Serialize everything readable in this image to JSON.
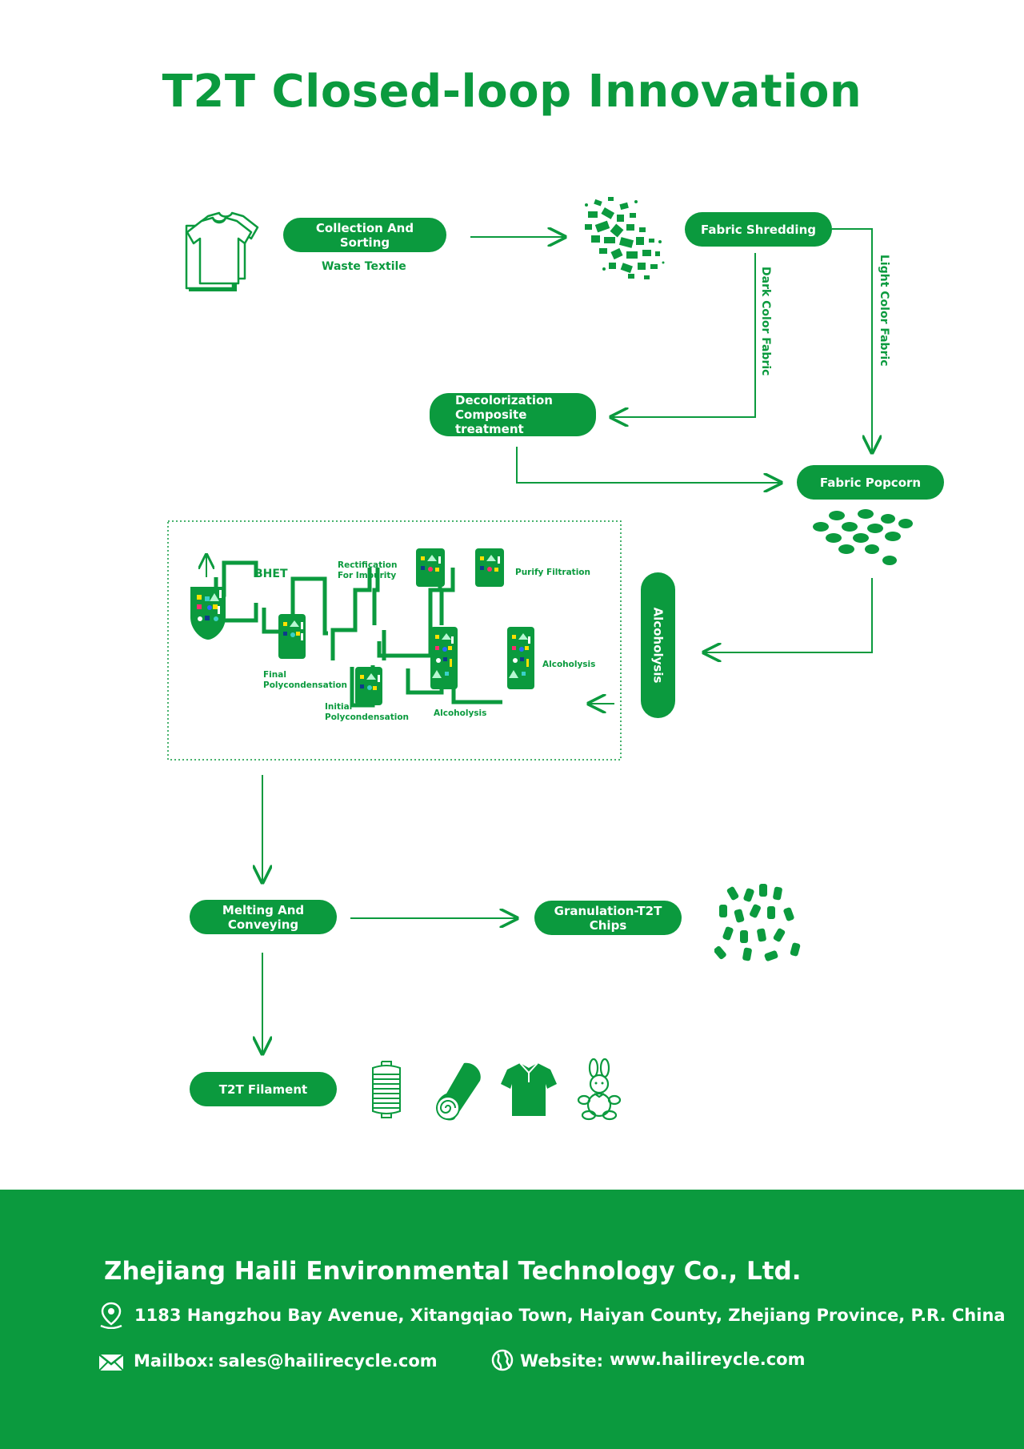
{
  "title": "T2T Closed-loop Innovation",
  "steps": {
    "collection": "Collection And Sorting",
    "waste_textile": "Waste Textile",
    "shredding": "Fabric Shredding",
    "dark_fabric": "Dark Color Fabric",
    "light_fabric": "Light Color Fabric",
    "decolorization": "Decolorization\nComposite treatment",
    "popcorn": "Fabric  Popcorn",
    "alcoholysis": "Alcoholysis",
    "melting": "Melting And Conveying",
    "granulation": "Granulation-T2T Chips",
    "filament": "T2T Filament"
  },
  "plant": {
    "bhet": "BHET",
    "rectification": "Rectification\nFor Impurity",
    "purify": "Purify Filtration",
    "alcoholysis_right": "Alcoholysis",
    "final_poly": "Final\nPolycondensation",
    "initial_poly": "Initial\nPolycondensation",
    "alcoholysis_bottom": "Alcoholysis"
  },
  "footer": {
    "company": "Zhejiang Haili Environmental Technology Co., Ltd.",
    "address": "1183 Hangzhou Bay Avenue, Xitangqiao Town, Haiyan County, Zhejiang Province, P.R. China",
    "mailbox_label": "Mailbox:",
    "mailbox": "sales@hailirecycle.com",
    "website_label": "Website:",
    "website": "www.hailireycle.com"
  },
  "colors": {
    "brand_green": "#0b9a3e",
    "white": "#ffffff"
  },
  "icons": [
    "tshirt-stack-icon",
    "shredded-fabric-icon",
    "popcorn-pellets-icon",
    "chips-icon",
    "yarn-bobbin-icon",
    "fabric-roll-icon",
    "polo-shirt-icon",
    "plush-rabbit-icon",
    "location-pin-icon",
    "mail-icon",
    "globe-icon"
  ]
}
